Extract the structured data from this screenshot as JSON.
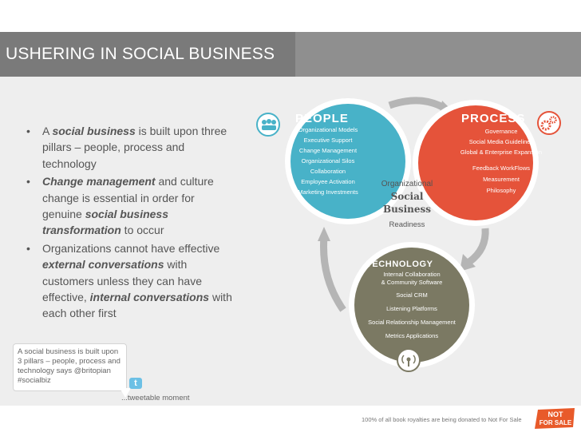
{
  "slide": {
    "title": "USHERING IN SOCIAL BUSINESS"
  },
  "bullets": [
    {
      "pre": "A ",
      "em": "social business",
      "post": " is built upon three pillars – people, process and technology"
    },
    {
      "pre": "",
      "em": "Change management",
      "mid": " and culture change is essential in order for genuine ",
      "em2": "social business transformation",
      "post": " to occur"
    },
    {
      "pre": "Organizations cannot have effective ",
      "em": "external conversations",
      "mid": " with customers unless they can have effective, ",
      "em2": "internal conversations",
      "post": " with each other first"
    }
  ],
  "tweet": {
    "text": "A social business is built upon 3 pillars – people, process and technology says @britopian #socialbiz",
    "caption": "...tweetable moment"
  },
  "footer": {
    "note": "100% of all book royalties are being donated to Not For Sale",
    "logo_line1": "NOT",
    "logo_line2": "FOR SALE"
  },
  "diagram": {
    "center": {
      "line1": "Organizational",
      "line2": "Social",
      "line3": "Business",
      "line4": "Readiness"
    },
    "people": {
      "title": "PEOPLE",
      "color": "#48b2c8",
      "items": [
        "Organizational Models",
        "Executive Support",
        "Change Management",
        "Organizational Silos",
        "Collaboration",
        "Employee Activation",
        "Marketing Investments"
      ]
    },
    "process": {
      "title": "PROCESS",
      "color": "#e5533a",
      "items": [
        "Governance",
        "Social Media Guidelines",
        "Global & Enterprise Expansion",
        "Feedback WorkFlows",
        "Measurement",
        "Philosophy"
      ]
    },
    "technology": {
      "title": "TECHNOLOGY",
      "color": "#7b7963",
      "items": [
        "Internal Collaboration",
        "& Community Software",
        "Social CRM",
        "Listening Platforms",
        "Social Relationship Management",
        "Metrics Applications"
      ]
    }
  }
}
